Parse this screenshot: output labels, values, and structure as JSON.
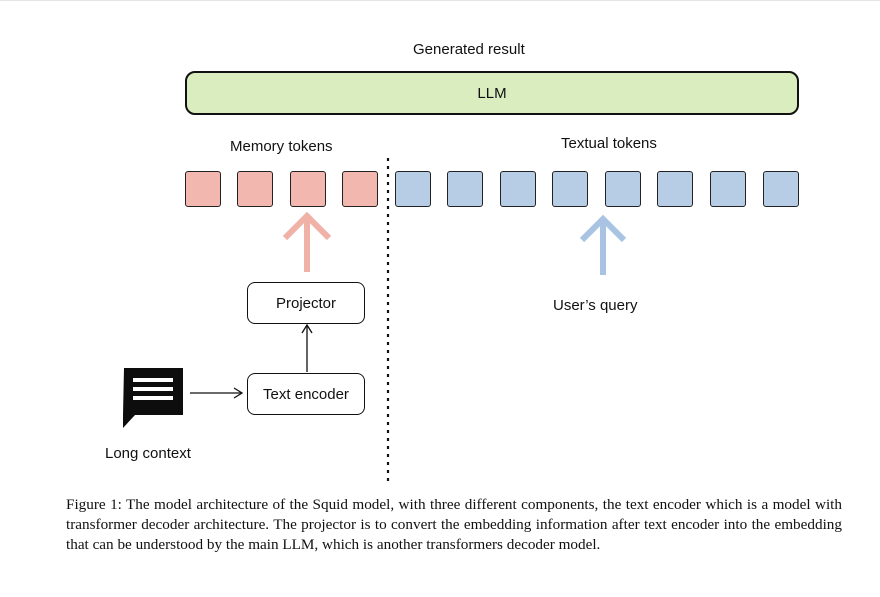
{
  "diagram": {
    "generated_result_label": "Generated result",
    "llm_label": "LLM",
    "memory_tokens_label": "Memory tokens",
    "textual_tokens_label": "Textual tokens",
    "projector_label": "Projector",
    "text_encoder_label": "Text encoder",
    "users_query_label": "User’s query",
    "long_context_label": "Long context",
    "memory_token_count": 4,
    "textual_token_count": 8,
    "colors": {
      "llm_fill": "#d9edbf",
      "memory_token_fill": "#f2b8b0",
      "textual_token_fill": "#b7cde6",
      "memory_arrow": "#f0b1a7",
      "query_arrow": "#a9c4e2",
      "chat_icon": "#0d0d0d"
    },
    "icons": [
      "chat-bubble-icon"
    ]
  },
  "caption": {
    "text": "Figure 1: The model architecture of the Squid model, with three different components, the text encoder which is a model with transformer decoder architecture. The projector is to convert the embedding information after text encoder into the embedding that can be understood by the main LLM, which is another transformers decoder model."
  }
}
